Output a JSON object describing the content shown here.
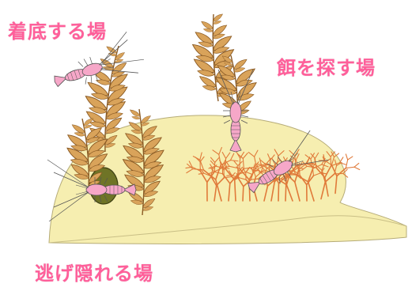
{
  "labels": {
    "settle": "着底する場",
    "feed": "餌を探す場",
    "hide": "逃げ隠れる場"
  },
  "colors": {
    "label_pink": "#ff5f9a",
    "sand": "#f6eeb0",
    "seaweed": "#d9a35a",
    "seaweed_stroke": "#8a5a24",
    "red_algae": "#e07a3a",
    "lobster": "#f6a7c8",
    "burrow": "#6f7426"
  },
  "icons": [
    "lobster-icon",
    "seaweed-icon",
    "red-algae-icon",
    "burrow-icon"
  ]
}
